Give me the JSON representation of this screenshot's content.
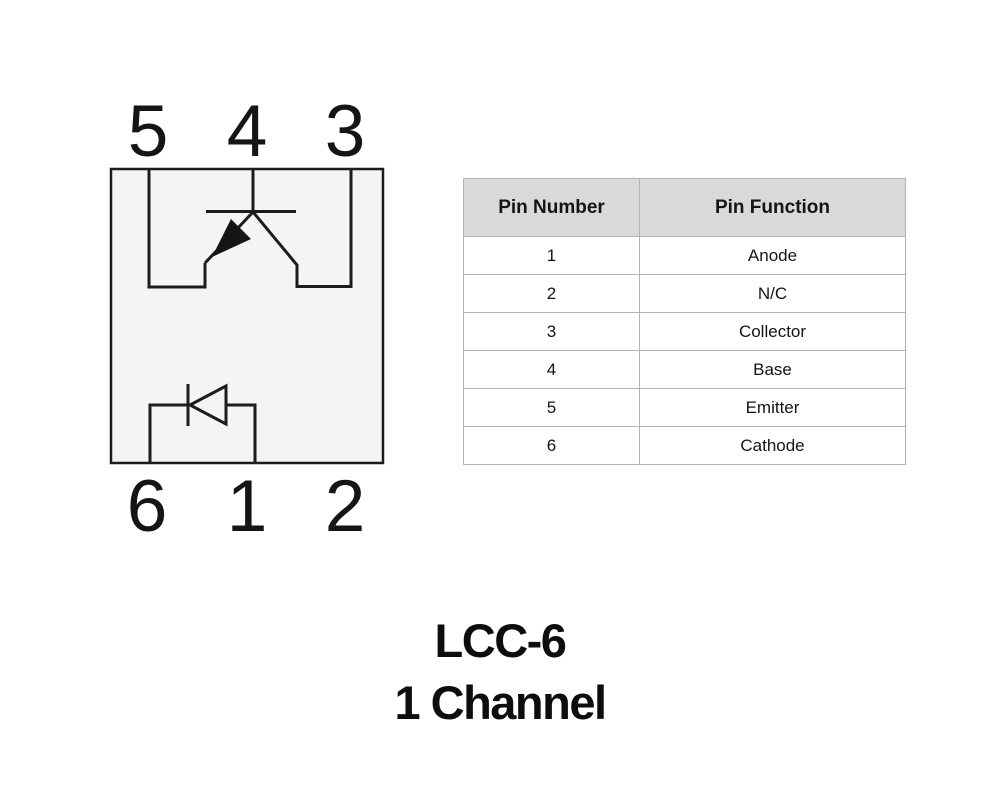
{
  "diagram": {
    "top_pins": [
      "5",
      "4",
      "3"
    ],
    "bottom_pins": [
      "6",
      "1",
      "2"
    ],
    "symbols": [
      "phototransistor",
      "led-diode"
    ],
    "package_fill": "#f4f4f4",
    "line_color": "#1c1c1c"
  },
  "table": {
    "headers": {
      "pin_number": "Pin Number",
      "pin_function": "Pin Function"
    },
    "rows": [
      {
        "pin": "1",
        "function": "Anode"
      },
      {
        "pin": "2",
        "function": "N/C"
      },
      {
        "pin": "3",
        "function": "Collector"
      },
      {
        "pin": "4",
        "function": "Base"
      },
      {
        "pin": "5",
        "function": "Emitter"
      },
      {
        "pin": "6",
        "function": "Cathode"
      }
    ],
    "header_bg": "#d9d9d9",
    "border_color": "#b3b3b3"
  },
  "caption": {
    "line1": "LCC-6",
    "line2": "1 Channel"
  }
}
